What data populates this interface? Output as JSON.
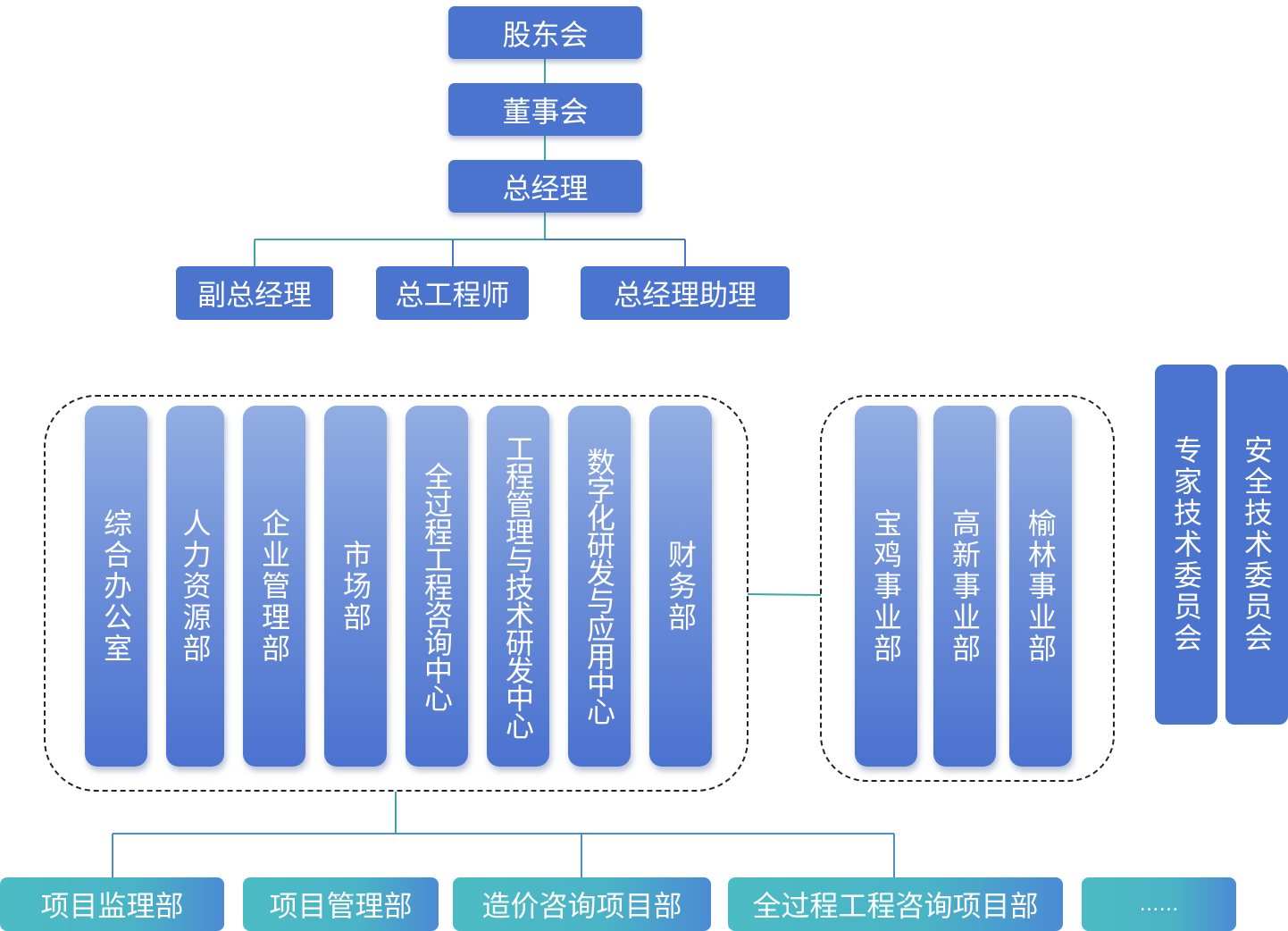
{
  "colors": {
    "box_blue": "#4a74cd",
    "dept_gradient_top": "#93aee2",
    "dept_gradient_bottom": "#4a72cf",
    "project_teal": "#4cbcc4",
    "project_blue_end": "#4b8bd4",
    "connector_teal": "#3aa8a0",
    "connector_blue": "#4a74cd",
    "dashed_border": "#222222"
  },
  "leadership": {
    "shareholders": "股东会",
    "board": "董事会",
    "gm": "总经理"
  },
  "management": {
    "deputy_gm": "副总经理",
    "chief_engineer": "总工程师",
    "gm_assistant": "总经理助理"
  },
  "departments": [
    "综合办公室",
    "人力资源部",
    "企业管理部",
    "市场部",
    "全过程工程咨询中心",
    "工程管理与技术研发中心",
    "数字化研发与应用中心",
    "财务部"
  ],
  "business_units": [
    "宝鸡事业部",
    "高新事业部",
    "榆林事业部"
  ],
  "committees": [
    "专家技术委员会",
    "安全技术委员会"
  ],
  "projects": [
    "项目监理部",
    "项目管理部",
    "造价咨询项目部",
    "全过程工程咨询项目部",
    "……"
  ]
}
